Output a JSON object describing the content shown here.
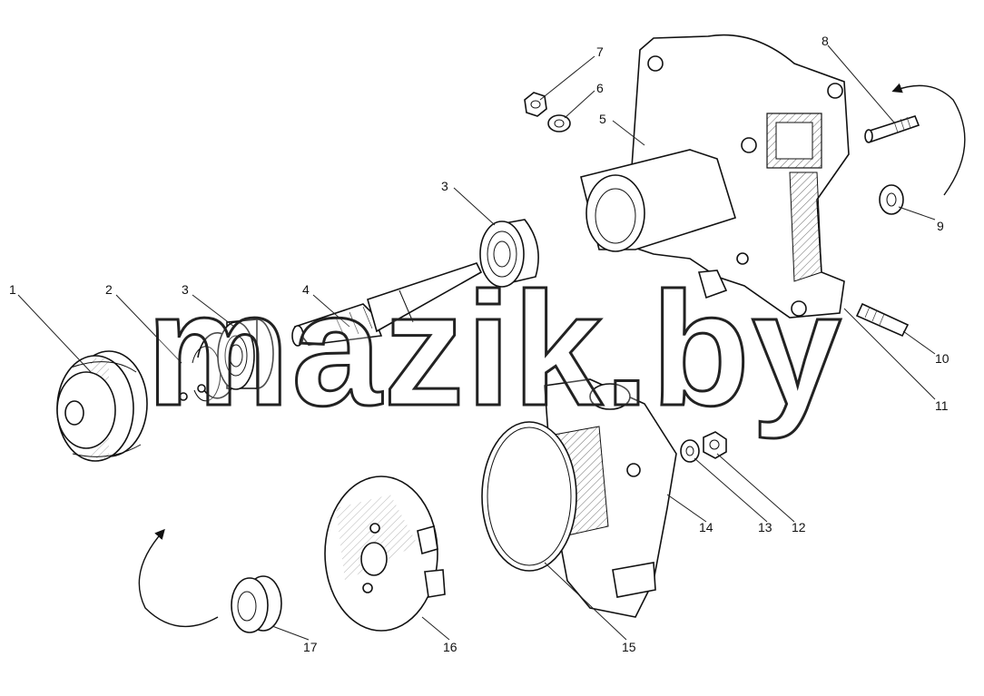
{
  "watermark": "mazik.by",
  "callouts": [
    "1",
    "2",
    "3",
    "3",
    "4",
    "5",
    "6",
    "7",
    "8",
    "9",
    "10",
    "11",
    "12",
    "13",
    "14",
    "15",
    "16",
    "17"
  ]
}
